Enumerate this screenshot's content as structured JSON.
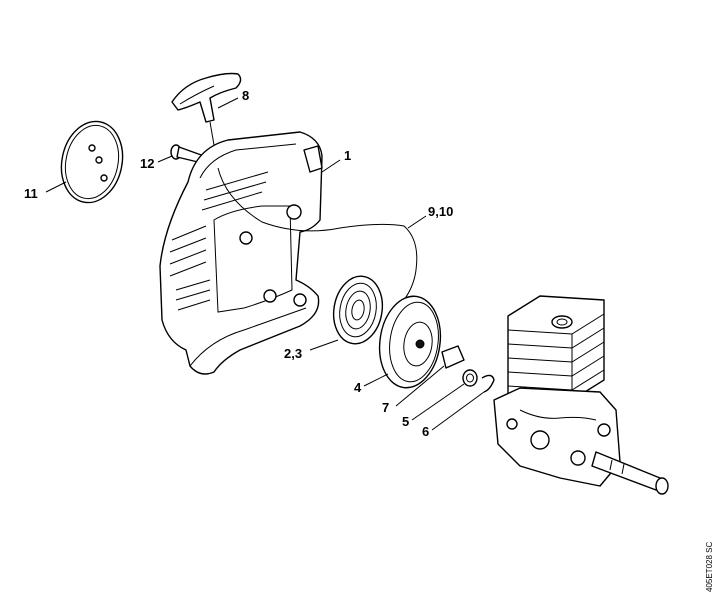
{
  "callouts": {
    "c1": "1",
    "c8": "8",
    "c11": "11",
    "c12": "12",
    "c910": "9,10",
    "c23": "2,3",
    "c4": "4",
    "c7": "7",
    "c5": "5",
    "c6": "6"
  },
  "drawing_ref": "405ET028 SC"
}
